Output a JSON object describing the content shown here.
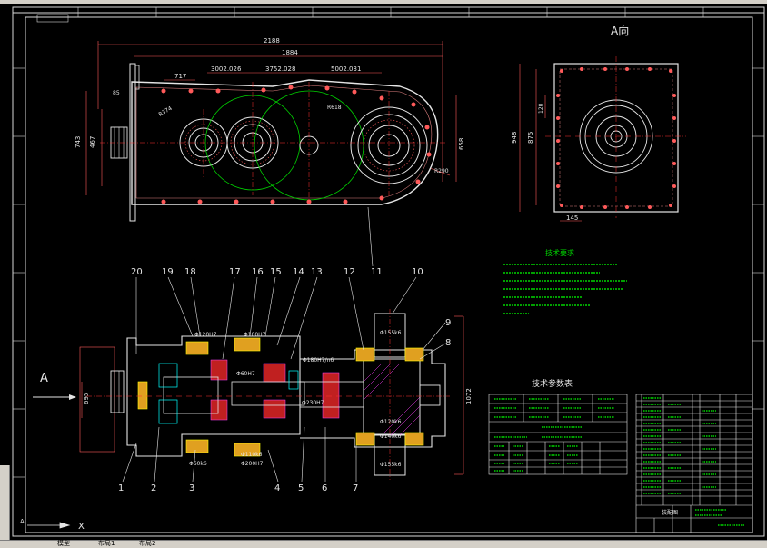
{
  "sheet": {
    "title_box": "装配图",
    "view_label": "A向",
    "section_label": "A",
    "tech_req_title": "技术要求",
    "param_title": "技术参数表",
    "bottom_letter": "A"
  },
  "dims": {
    "d2188": "2188",
    "d1884": "1884",
    "d717": "717",
    "d3002": "3002.026",
    "d3752": "3752.028",
    "d5002": "5002.031",
    "d743": "743",
    "d467": "467",
    "d658": "658",
    "d948": "948",
    "d875": "875",
    "d145": "145",
    "d1072": "1072",
    "d695": "695"
  },
  "fits": {
    "f1": "Φ120H7",
    "f2": "Φ60H7",
    "f3": "Φ100H7",
    "f4": "Φ180H7/n6",
    "f5": "Φ155k6",
    "f6": "Φ120k6",
    "f7": "Φ140k6",
    "f8": "Φ230H7",
    "f9": "Φ200H7",
    "f10": "Φ110k6",
    "f11": "Φ60k6"
  },
  "balloons": [
    "1",
    "2",
    "3",
    "4",
    "5",
    "6",
    "7",
    "8",
    "9",
    "10",
    "11",
    "12",
    "13",
    "14",
    "15",
    "16",
    "17",
    "18",
    "19",
    "20"
  ],
  "tabs": [
    "模型",
    "布局1",
    "布局2"
  ],
  "colors": {
    "frame": "#d8d8d8",
    "body": "#e5e5e5",
    "dim": "#ff5a5a",
    "center": "#ff3030",
    "green": "#00d400",
    "yellow": "#ffff00",
    "cyan": "#00ffff",
    "orange": "#e0a020",
    "magenta": "#ff40ff"
  }
}
